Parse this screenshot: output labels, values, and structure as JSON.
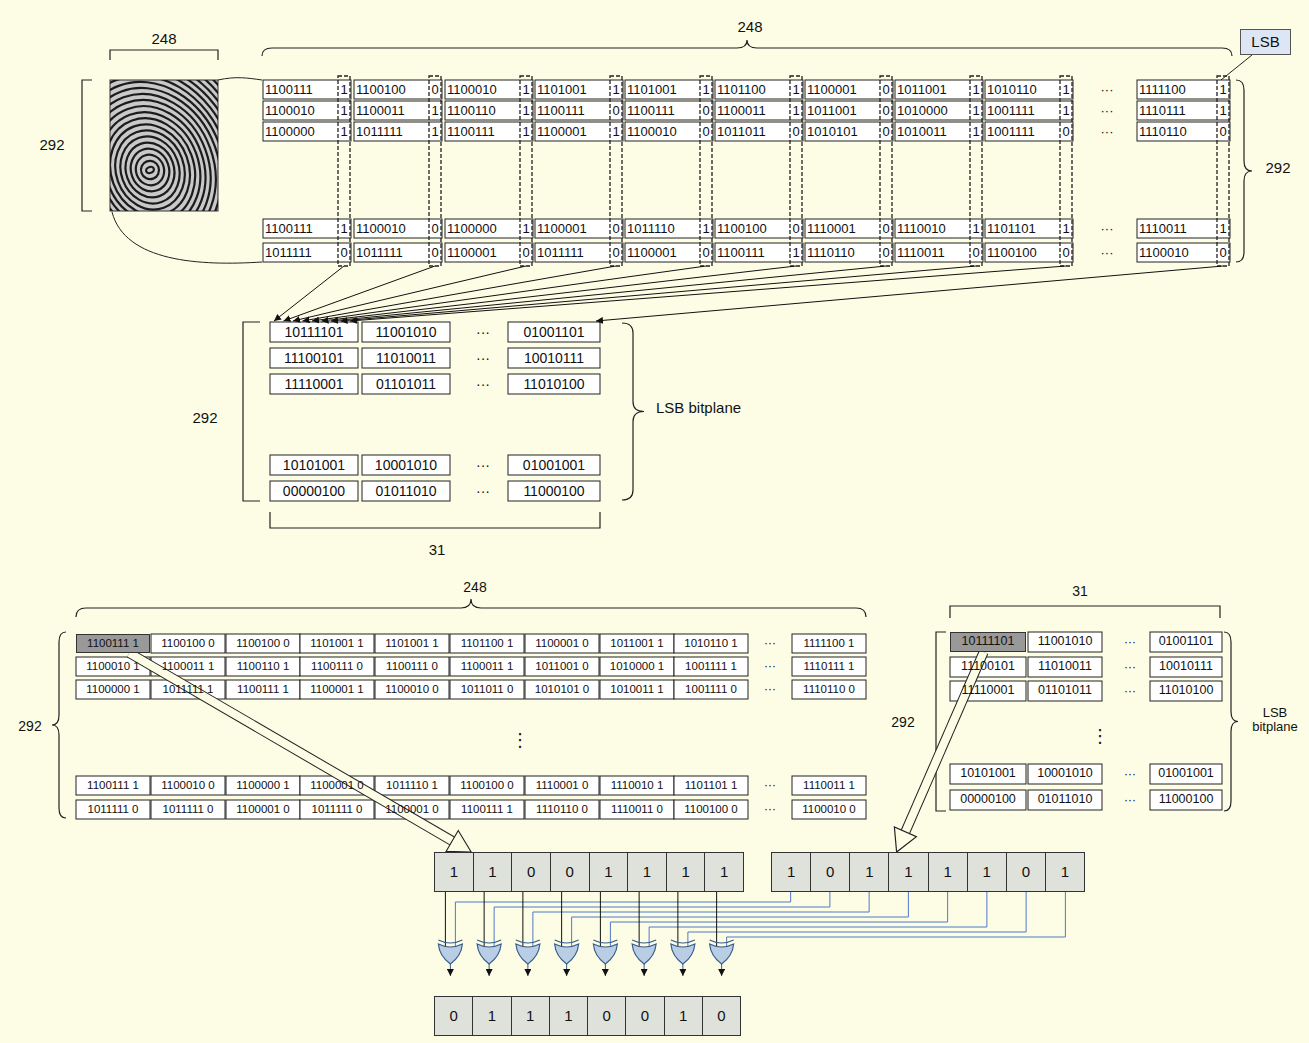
{
  "diagram": {
    "nodes": [
      {
        "text": [
          "LSB"
        ]
      },
      {
        "text": [
          "1100111 1"
        ]
      },
      {
        "text": [
          "10111101"
        ]
      },
      {
        "text": [
          "1",
          "1",
          "0",
          "0",
          "1",
          "1",
          "1",
          "1"
        ]
      },
      {
        "text": [
          "1",
          "0",
          "1",
          "1",
          "1",
          "1",
          "0",
          "1"
        ]
      },
      {
        "text": [
          "0",
          "1",
          "1",
          "1",
          "0",
          "0",
          "1",
          "0"
        ]
      }
    ],
    "edges": [
      {
        "from": 1,
        "to": 3,
        "arrow": "to"
      },
      {
        "from": 2,
        "to": 4,
        "arrow": "to"
      }
    ],
    "labels": [
      "248",
      "292",
      "248",
      "1100111",
      "1",
      "1100100",
      "0",
      "1100010",
      "1",
      "1101001",
      "1",
      "1101001",
      "1",
      "1101100",
      "1",
      "1100001",
      "0",
      "1011001",
      "1",
      "1010110",
      "1",
      "···",
      "1111100",
      "1",
      "1100010",
      "1",
      "1100011",
      "1",
      "1100110",
      "1",
      "1100111",
      "0",
      "1100111",
      "0",
      "1100011",
      "1",
      "1011001",
      "0",
      "1010000",
      "1",
      "1001111",
      "1",
      "···",
      "1110111",
      "1",
      "1100000",
      "1",
      "1011111",
      "1",
      "1100111",
      "1",
      "1100001",
      "1",
      "1100010",
      "0",
      "1011011",
      "0",
      "1010101",
      "0",
      "1010011",
      "1",
      "1001111",
      "0",
      "···",
      "1110110",
      "0",
      "1100111",
      "1",
      "1100010",
      "0",
      "1100000",
      "1",
      "1100001",
      "0",
      "1011110",
      "1",
      "1100100",
      "0",
      "1110001",
      "0",
      "1110010",
      "1",
      "1101101",
      "1",
      "···",
      "1110011",
      "1",
      "1011111",
      "0",
      "1011111",
      "0",
      "1100001",
      "0",
      "1011111",
      "0",
      "1100001",
      "0",
      "1100111",
      "1",
      "1110110",
      "0",
      "1110011",
      "0",
      "1100100",
      "0",
      "···",
      "1100010",
      "0",
      "292",
      "10111101",
      "11001010",
      "···",
      "01001101",
      "11100101",
      "11010011",
      "···",
      "10010111",
      "11110001",
      "01101011",
      "···",
      "11010100",
      "10101001",
      "10001010",
      "···",
      "01001001",
      "00000100",
      "01011010",
      "···",
      "11000100",
      "292",
      "31",
      "LSB bitplane",
      "248",
      "1100100 0",
      "1100100 0",
      "1101001 1",
      "1101001 1",
      "1101100 1",
      "1100001 0",
      "1011001 1",
      "1010110 1",
      "···",
      "1111100 1",
      "1100010 1",
      "1100011 1",
      "1100110 1",
      "1100111 0",
      "1100111 0",
      "1100011 1",
      "1011001 0",
      "1010000 1",
      "1001111 1",
      "···",
      "1110111 1",
      "1100000 1",
      "1011111 1",
      "1100111 1",
      "1100001 1",
      "1100010 0",
      "1011011 0",
      "1010101 0",
      "1010011 1",
      "1001111 0",
      "···",
      "1110110 0",
      "1100111 1",
      "1100010 0",
      "1100000 1",
      "1100001 0",
      "1011110 1",
      "1100100 0",
      "1110001 0",
      "1110010 1",
      "1101101 1",
      "···",
      "1110011 1",
      "1011111 0",
      "1011111 0",
      "1100001 0",
      "1011111 0",
      "1100001 0",
      "1100111 1",
      "1110110 0",
      "1110011 0",
      "1100100 0",
      "···",
      "1100010 0",
      "⋮",
      "292",
      "31",
      "292",
      "11001010",
      "···",
      "01001101",
      "11100101",
      "11010011",
      "···",
      "10010111",
      "11110001",
      "01101011",
      "···",
      "11010100",
      "10101001",
      "10001010",
      "···",
      "01001001",
      "00000100",
      "01011010",
      "···",
      "11000100",
      "⋮",
      "LSB bitplane"
    ]
  }
}
